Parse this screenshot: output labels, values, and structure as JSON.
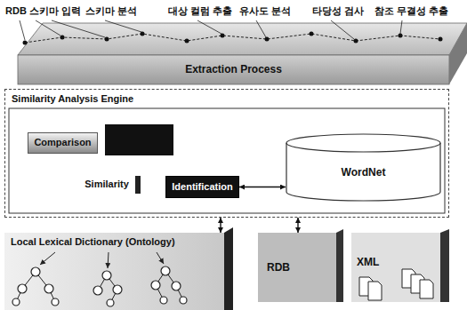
{
  "diagram": {
    "nodes": [
      {
        "text": [
          "Extraction Process"
        ]
      },
      {
        "text": [
          "Similarity Analysis Engine"
        ]
      },
      {
        "text": [
          "Comparison"
        ],
        "in": 1
      },
      {
        "text": [
          "Similarity"
        ],
        "in": 1
      },
      {
        "text": [
          "Identification"
        ],
        "in": 1
      },
      {
        "text": [
          "WordNet"
        ],
        "in": 1
      },
      {
        "text": [
          "Local Lexical Dictionary (Ontology)"
        ]
      },
      {
        "text": [
          "RDB"
        ]
      },
      {
        "text": [
          "XML"
        ]
      }
    ],
    "edges": [
      {
        "from": 4,
        "to": 5,
        "arrow": "both"
      },
      {
        "from": 1,
        "to": 6,
        "arrow": "both"
      },
      {
        "from": 1,
        "to": 7,
        "arrow": "both"
      }
    ],
    "labels": [
      "RDB 스키마 입력",
      "스키마 분석",
      "대상 컬럼 추출",
      "유사도 분석",
      "타당성 검사",
      "참조 무결성 추출"
    ]
  }
}
